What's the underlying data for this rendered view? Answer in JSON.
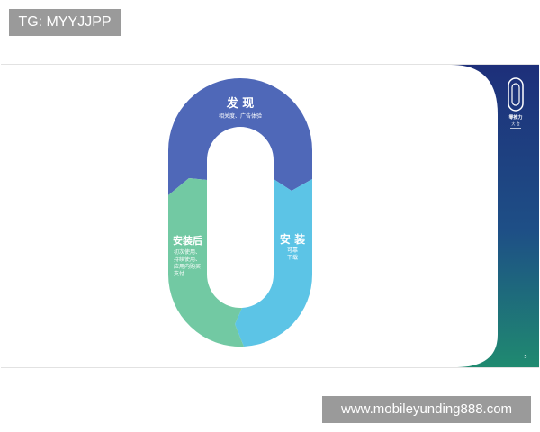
{
  "watermark_top": "TG: MYYJJPP",
  "watermark_bottom": "www.mobileyunding888.com",
  "cycle": {
    "discover": {
      "title": "发 现",
      "desc": "相关度、广告体验"
    },
    "install": {
      "title": "安 装",
      "desc_lines": [
        "可靠",
        "下载"
      ]
    },
    "post_install": {
      "title": "安装后",
      "desc_lines": [
        "初次使用、",
        "持续使用、",
        "应用内购买",
        "支付"
      ]
    }
  },
  "brand": {
    "name": "零推力",
    "sub": "大 会"
  },
  "page_number": "5",
  "colors": {
    "discover": "#4f68b8",
    "install": "#5cc4e6",
    "post_install": "#72c9a3",
    "panel_top": "#1d2f7a",
    "panel_bottom": "#1f8a70"
  }
}
